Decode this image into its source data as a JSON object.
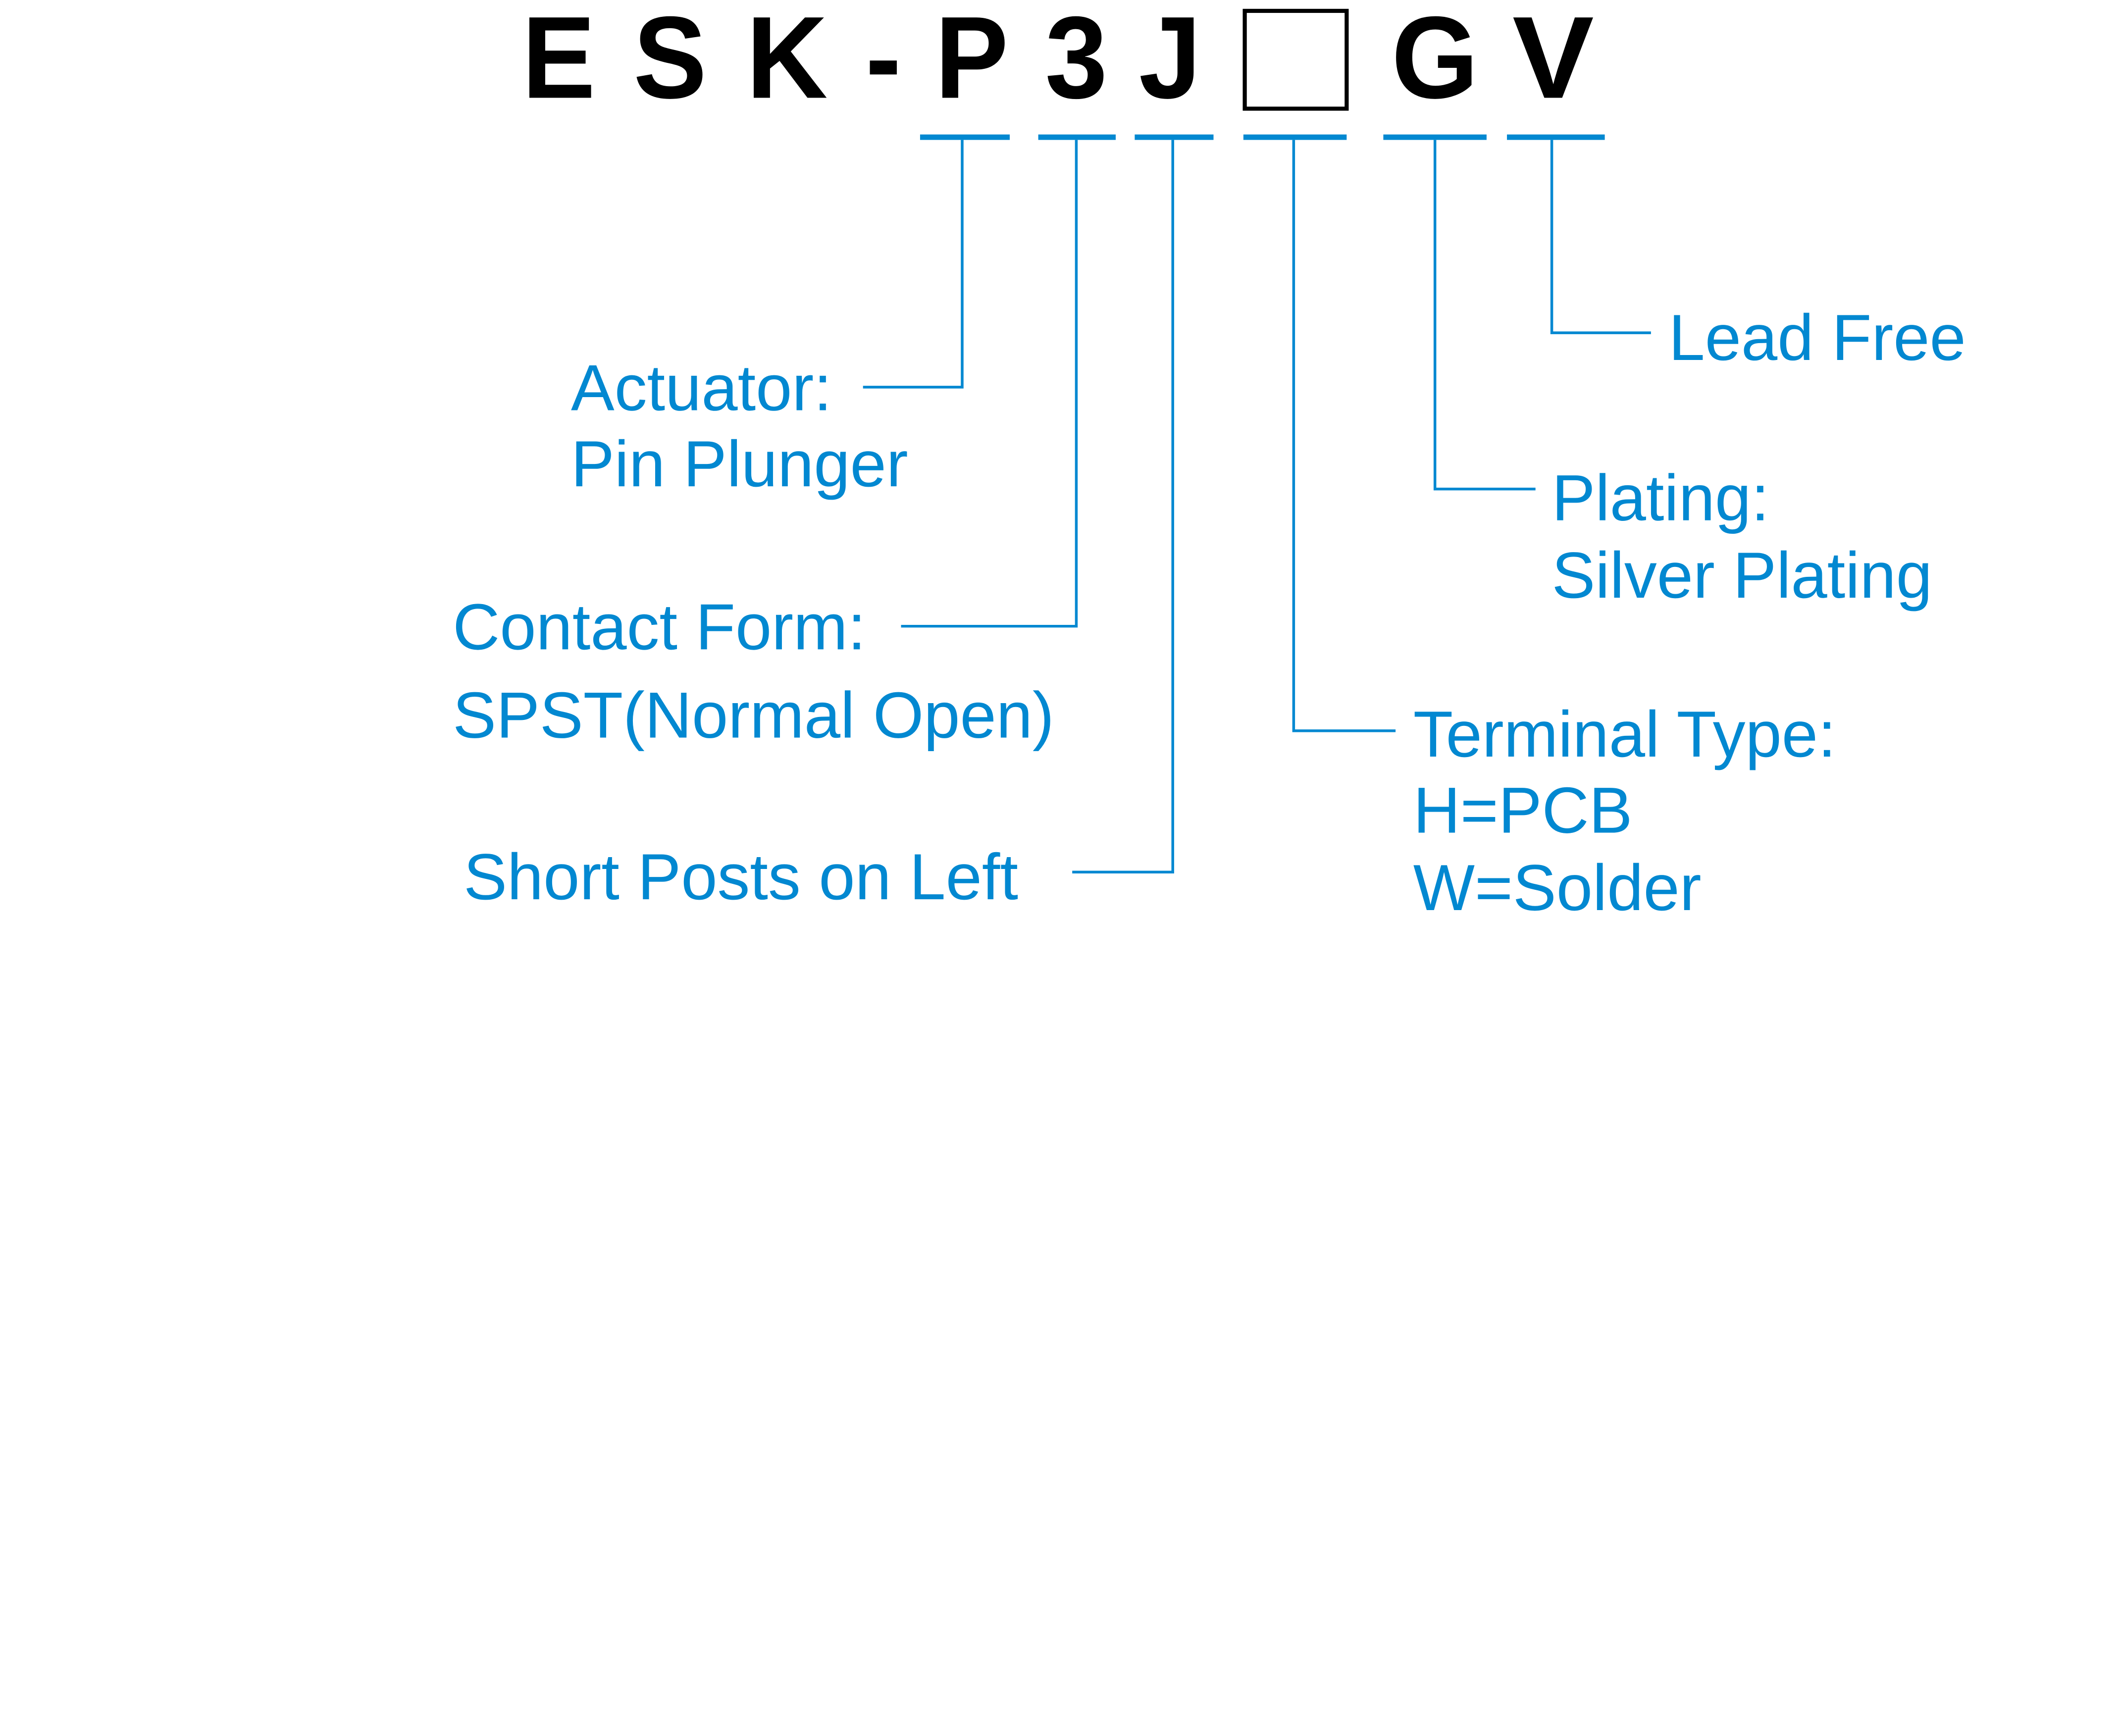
{
  "colors": {
    "accent": "#0288d1",
    "code": "#000000"
  },
  "part_number": {
    "letters": [
      "E",
      "S",
      "K",
      "-",
      "P",
      "3",
      "J",
      "",
      "G",
      "V"
    ]
  },
  "labels": {
    "actuator_title": "Actuator:",
    "actuator_value": "Pin Plunger",
    "contact_title": "Contact Form:",
    "contact_value": "SPST(Normal Open)",
    "posts": "Short Posts on Left",
    "terminal_title": "Terminal Type:",
    "terminal_h": "H=PCB",
    "terminal_w": "W=Solder",
    "plating_title": "Plating:",
    "plating_value": "Silver Plating",
    "lead_free": "Lead Free"
  }
}
